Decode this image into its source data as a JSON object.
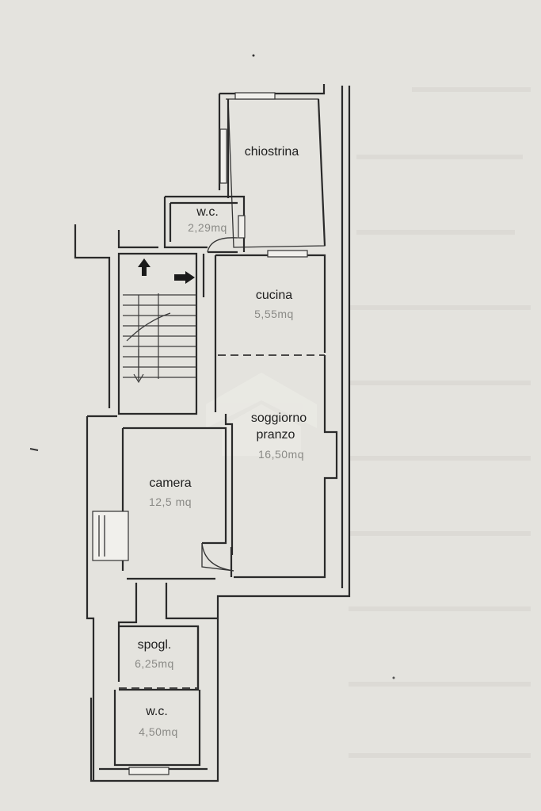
{
  "rooms": {
    "chiostrina": {
      "label": "chiostrina",
      "area": ""
    },
    "wc_top": {
      "label": "w.c.",
      "area": "2,29mq"
    },
    "cucina": {
      "label": "cucina",
      "area": "5,55mq"
    },
    "soggiorno": {
      "label": "soggiorno\npranzo",
      "label_line1": "soggiorno",
      "label_line2": "pranzo",
      "area": "16,50mq"
    },
    "camera": {
      "label": "camera",
      "area": "12,5 mq"
    },
    "spogl": {
      "label": "spogl.",
      "area": "6,25mq"
    },
    "wc_bottom": {
      "label": "w.c.",
      "area": "4,50mq"
    }
  },
  "icons": {
    "arrow_up": "up-arrow-icon",
    "arrow_right": "right-arrow-icon",
    "watermark": "house-watermark-icon"
  },
  "colors": {
    "paper": "#e4e3de",
    "ink": "#2a2a2a",
    "faded_text": "#8a8a86"
  }
}
